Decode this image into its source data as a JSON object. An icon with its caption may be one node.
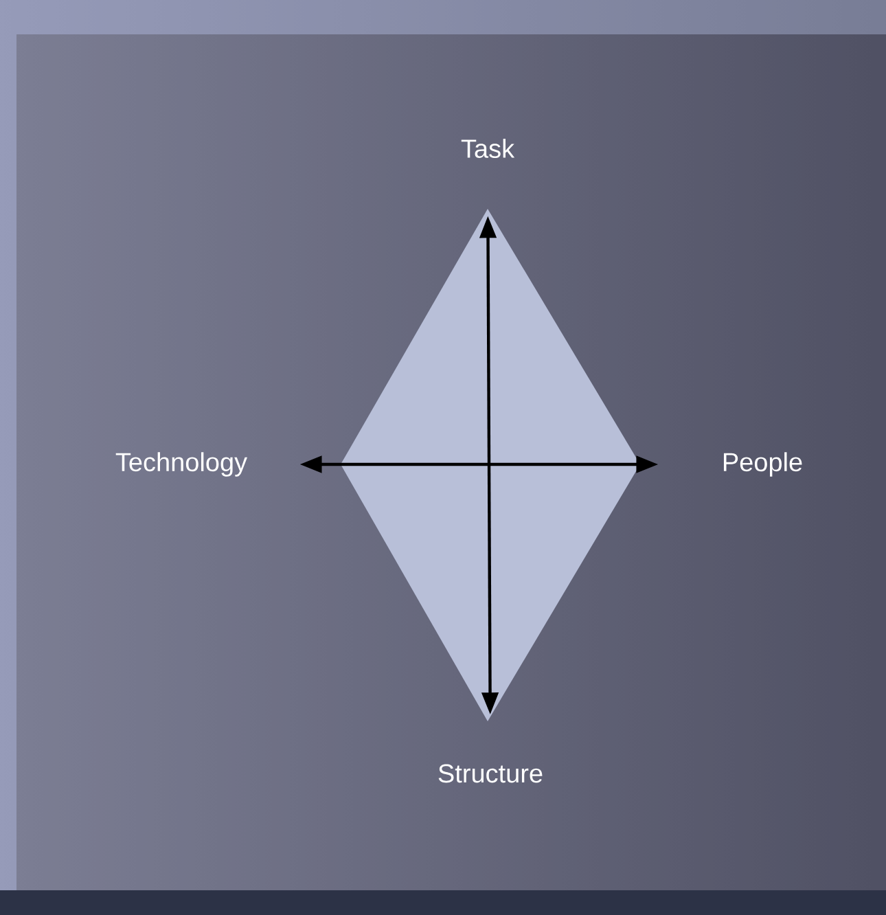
{
  "diagram": {
    "nodes": [
      {
        "text": [
          "Task"
        ]
      },
      {
        "text": [
          "Technology"
        ]
      },
      {
        "text": [
          "People"
        ]
      },
      {
        "text": [
          "Structure"
        ]
      }
    ],
    "edges": [
      {
        "from": 0,
        "to": 3,
        "arrow": "both"
      },
      {
        "from": 1,
        "to": 2,
        "arrow": "both"
      }
    ]
  }
}
